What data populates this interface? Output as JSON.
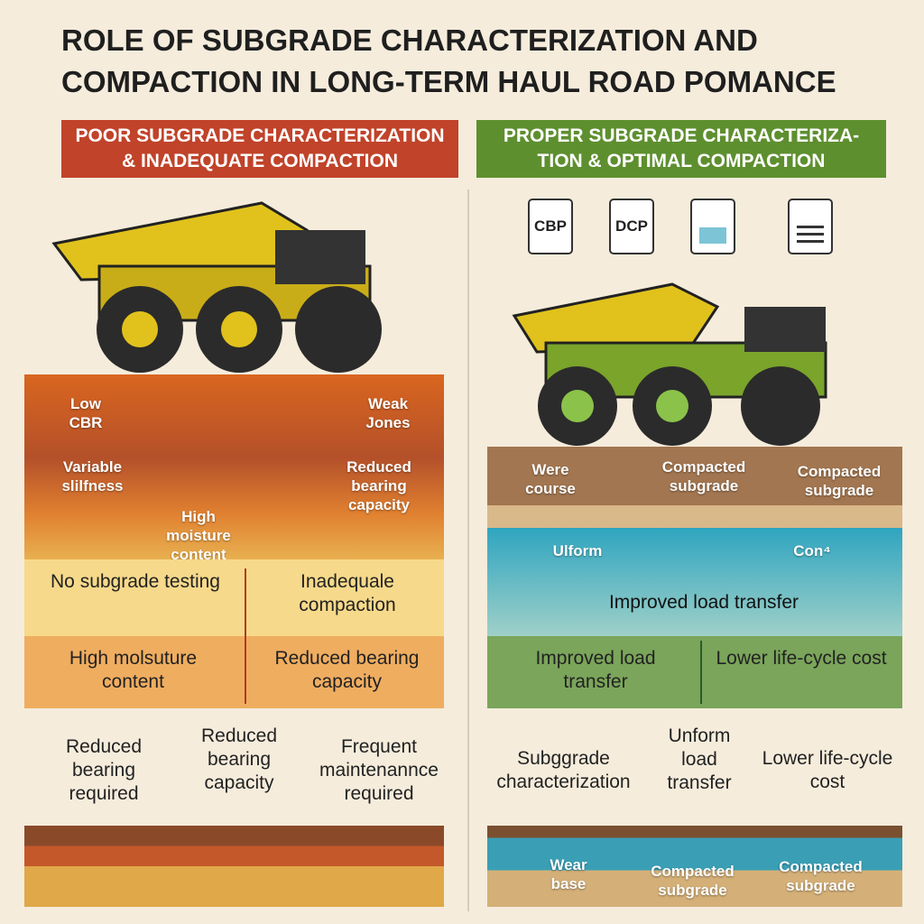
{
  "title": {
    "line1": "ROLE OF SUBGRADE CHARACTERIZATION AND",
    "line2": "COMPACTION IN LONG-TERM HAUL ROAD POMANCE"
  },
  "left": {
    "banner": "POOR SUBGRADE CHARACTERIZATION & INADEQUATE COMPACTION",
    "banner_color": "#c0432a",
    "soil_labels": [
      "Low CBR",
      "Weak Jones",
      "Variable slilfness",
      "Reduced bearing capacity",
      "High moisture content"
    ],
    "band1": [
      "No subgrade testing",
      "Inadequale compaction"
    ],
    "band2": [
      "High molsuture content",
      "Reduced bearing capacity"
    ],
    "bottom": [
      "Reduced bearing required",
      "Reduced bearing capacity",
      "Frequent maintenannce required"
    ]
  },
  "right": {
    "banner": "PROPER SUBGRADE CHARACTERIZA-TION & OPTIMAL COMPACTION",
    "banner_color": "#5e8f2f",
    "icons": [
      "CBP",
      "DCP"
    ],
    "layer_labels": [
      "Were course",
      "Compacted subgrade",
      "Compacted subgrade"
    ],
    "water_labels": [
      "Ulform",
      "Con⁴",
      "Improved load transfer"
    ],
    "band": [
      "Improved load transfer",
      "Lower life-cycle cost"
    ],
    "bottom": [
      "Subggrade characterization",
      "Unform load transfer",
      "Lower life-cycle cost"
    ],
    "strip": [
      "Wear base",
      "Compacted subgrade",
      "Compacted subgrade"
    ]
  }
}
